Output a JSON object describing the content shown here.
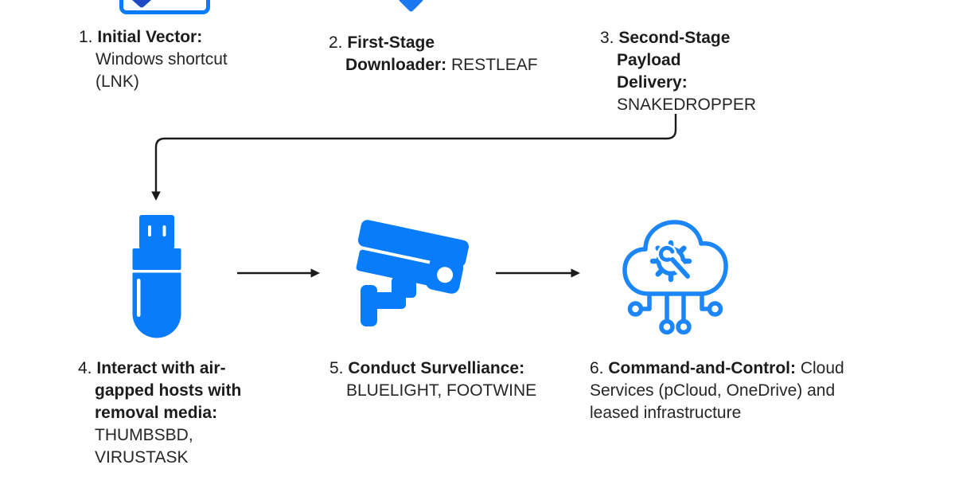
{
  "colors": {
    "accent_blue": "#087CFA",
    "outline_blue": "#1C86F8",
    "dark_blue": "#1D49C4",
    "text": "#1C1C1C",
    "connector_black": "#1A1A1A",
    "background": "#FFFFFF"
  },
  "steps": [
    {
      "number": "1.",
      "title": "Initial Vector:",
      "detail": "Windows shortcut\n(LNK)",
      "icon": "windows-shortcut-icon"
    },
    {
      "number": "2.",
      "title": "First-Stage\nDownloader:",
      "detail": "RESTLEAF",
      "icon": "download-arrow-icon"
    },
    {
      "number": "3.",
      "title": "Second-Stage Payload\nDelivery:",
      "detail": "SNAKEDROPPER"
    },
    {
      "number": "4.",
      "title": "Interact with air-\ngapped hosts with\nremoval media:",
      "detail": "THUMBSBD,\nVIRUSTASK",
      "icon": "usb-drive-icon"
    },
    {
      "number": "5.",
      "title": "Conduct Survelliance:",
      "detail": "BLUELIGHT, FOOTWINE",
      "icon": "cctv-camera-icon"
    },
    {
      "number": "6.",
      "title": "Command-and-Control:",
      "detail": "Cloud Services (pCloud, OneDrive) and leased infrastructure",
      "icon": "cloud-tools-icon"
    }
  ],
  "connectors": [
    {
      "name": "elbow-arrow-step3-to-step4",
      "type": "elbow",
      "direction": "down-left-down"
    },
    {
      "name": "arrow-usb-to-camera",
      "type": "straight",
      "direction": "right"
    },
    {
      "name": "arrow-camera-to-cloud",
      "type": "straight",
      "direction": "right"
    }
  ]
}
